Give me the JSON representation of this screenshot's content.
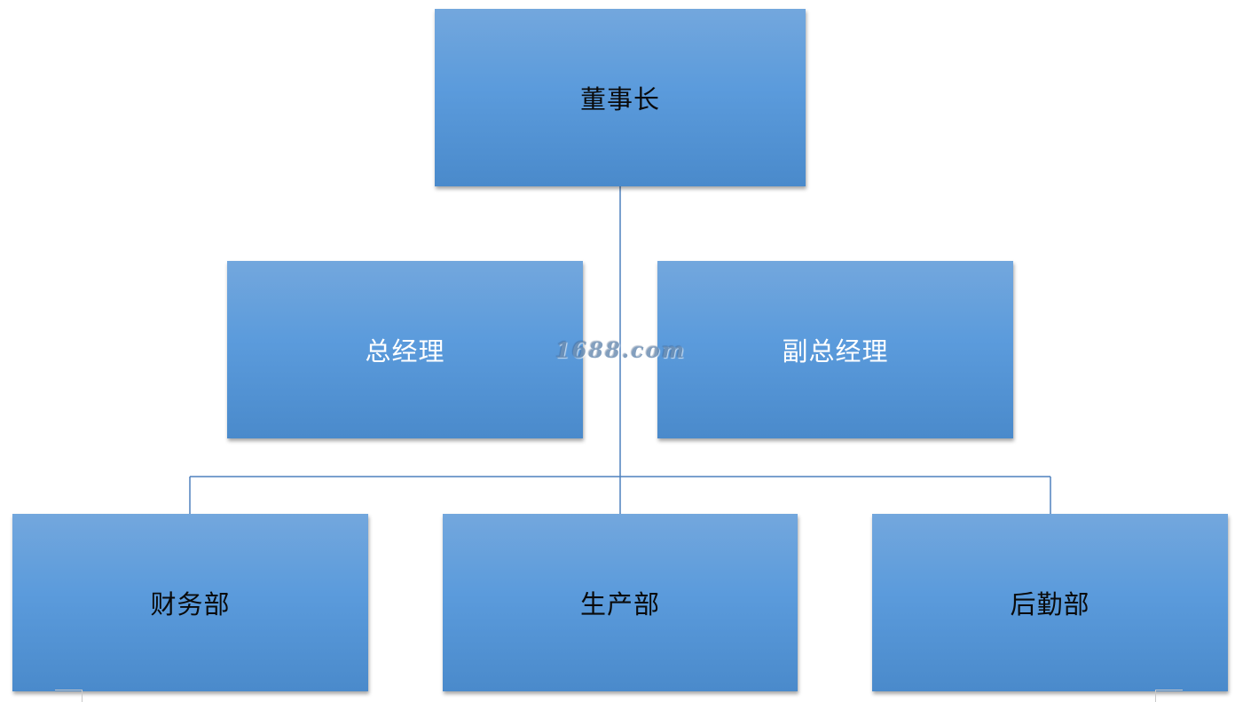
{
  "org_chart": {
    "top": {
      "label": "董事长"
    },
    "assistants": [
      {
        "label": "总经理"
      },
      {
        "label": "副总经理"
      }
    ],
    "departments": [
      {
        "label": "财务部"
      },
      {
        "label": "生产部"
      },
      {
        "label": "后勤部"
      }
    ]
  },
  "watermark": {
    "text": "1688.com"
  },
  "colors": {
    "box_fill_top": "#73a7dd",
    "box_fill_bottom": "#4a8acb",
    "connector": "#4f81bd"
  }
}
